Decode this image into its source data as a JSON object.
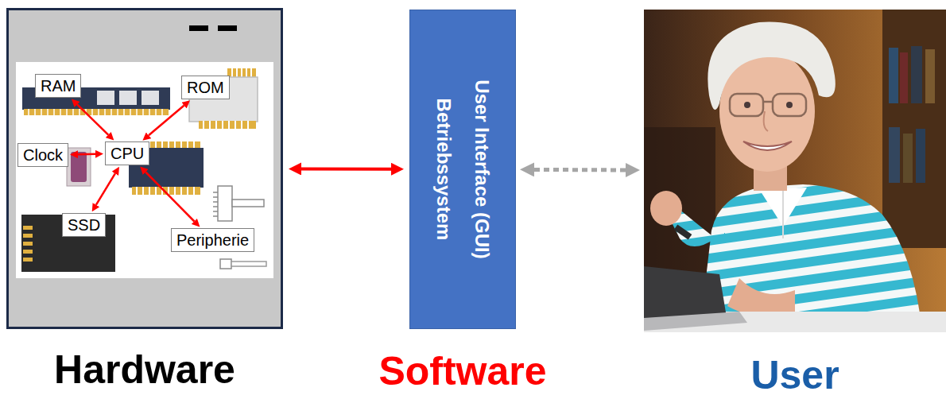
{
  "diagram": {
    "nodes": [
      {
        "text": [
          "Hardware"
        ]
      },
      {
        "text": [
          "RAM"
        ],
        "in": 0
      },
      {
        "text": [
          "ROM"
        ],
        "in": 0
      },
      {
        "text": [
          "Clock"
        ],
        "in": 0
      },
      {
        "text": [
          "CPU"
        ],
        "in": 0
      },
      {
        "text": [
          "SSD"
        ],
        "in": 0
      },
      {
        "text": [
          "Peripherie"
        ],
        "in": 0
      },
      {
        "text": [
          "User Interface (GUI)",
          "Betriebssystem",
          "Software"
        ]
      },
      {
        "text": [
          "User"
        ]
      }
    ],
    "edges": [
      {
        "from": 4,
        "to": 1,
        "arrow": "both"
      },
      {
        "from": 4,
        "to": 2,
        "arrow": "both"
      },
      {
        "from": 4,
        "to": 3,
        "arrow": "both"
      },
      {
        "from": 4,
        "to": 5,
        "arrow": "both"
      },
      {
        "from": 4,
        "to": 6,
        "arrow": "both"
      },
      {
        "from": 0,
        "to": 7,
        "arrow": "both"
      },
      {
        "from": 7,
        "to": 8,
        "arrow": "both"
      }
    ]
  }
}
